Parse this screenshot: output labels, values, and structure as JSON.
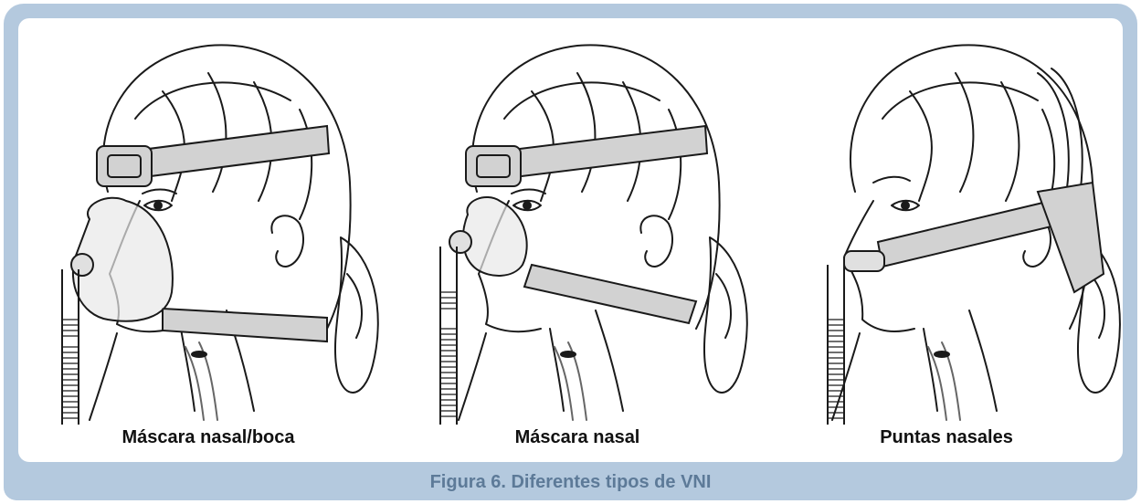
{
  "panels": [
    {
      "label": "Máscara nasal/boca",
      "device": "oronasal-mask"
    },
    {
      "label": "Máscara nasal",
      "device": "nasal-mask"
    },
    {
      "label": "Puntas nasales",
      "device": "nasal-prongs"
    }
  ],
  "caption": "Figura 6. Diferentes tipos de VNI",
  "colors": {
    "frame": "#b4c9de",
    "caption_text": "#5d7a98",
    "strap": "#d2d2d2",
    "line": "#1a1a1a"
  }
}
